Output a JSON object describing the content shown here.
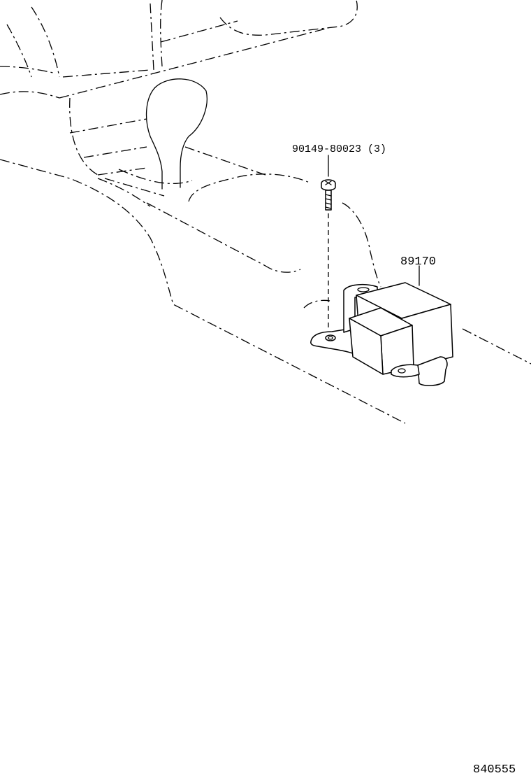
{
  "labels": {
    "bolt_part": "90149-80023 (3)",
    "sensor_part": "89170",
    "figure_number": "840555"
  },
  "icons": [
    "screw-bolt-icon",
    "airbag-sensor-assembly-icon",
    "console-outline-icon"
  ]
}
